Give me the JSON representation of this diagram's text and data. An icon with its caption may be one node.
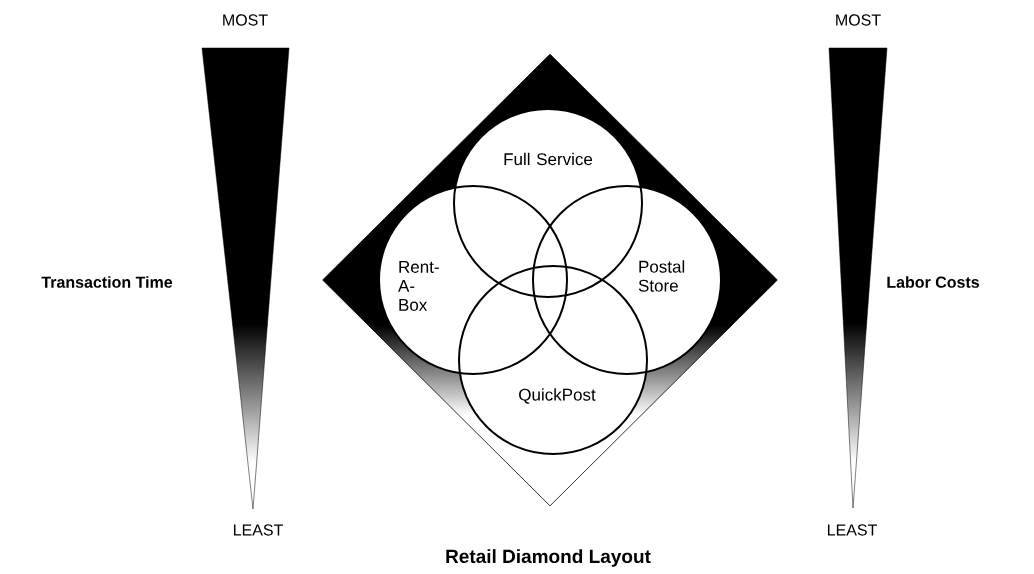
{
  "diagram": {
    "title": "Retail Diamond Layout",
    "nodes": [
      {
        "text": [],
        "shape": "diamond"
      },
      {
        "text": [
          "Full Service"
        ],
        "in": 0
      },
      {
        "text": [
          "Rent- A- Box"
        ],
        "in": 0
      },
      {
        "text": [
          "Postal Store"
        ],
        "in": 0
      },
      {
        "text": [
          "QuickPost"
        ],
        "in": 0
      }
    ],
    "labels": [
      "MOST",
      "MOST",
      "Transaction Time",
      "Labor Costs",
      "LEAST",
      "LEAST"
    ]
  }
}
